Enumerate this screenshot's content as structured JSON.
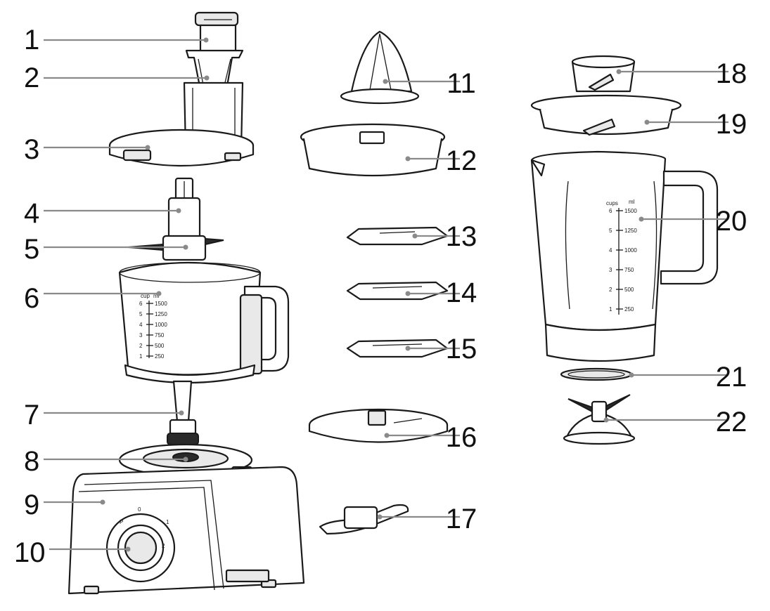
{
  "callouts": [
    {
      "id": "1",
      "label": "1"
    },
    {
      "id": "2",
      "label": "2"
    },
    {
      "id": "3",
      "label": "3"
    },
    {
      "id": "4",
      "label": "4"
    },
    {
      "id": "5",
      "label": "5"
    },
    {
      "id": "6",
      "label": "6"
    },
    {
      "id": "7",
      "label": "7"
    },
    {
      "id": "8",
      "label": "8"
    },
    {
      "id": "9",
      "label": "9"
    },
    {
      "id": "10",
      "label": "10"
    },
    {
      "id": "11",
      "label": "11"
    },
    {
      "id": "12",
      "label": "12"
    },
    {
      "id": "13",
      "label": "13"
    },
    {
      "id": "14",
      "label": "14"
    },
    {
      "id": "15",
      "label": "15"
    },
    {
      "id": "16",
      "label": "16"
    },
    {
      "id": "17",
      "label": "17"
    },
    {
      "id": "18",
      "label": "18"
    },
    {
      "id": "19",
      "label": "19"
    },
    {
      "id": "20",
      "label": "20"
    },
    {
      "id": "21",
      "label": "21"
    },
    {
      "id": "22",
      "label": "22"
    }
  ],
  "bowl_scale": {
    "header_left": "cup",
    "header_right": "ml",
    "cups": [
      "6",
      "5",
      "4",
      "3",
      "2",
      "1"
    ],
    "ml": [
      "1500",
      "1250",
      "1000",
      "750",
      "500",
      "250"
    ]
  },
  "jug_scale": {
    "header_left": "cups",
    "header_right": "ml",
    "cups": [
      "6",
      "5",
      "4",
      "3",
      "2",
      "1"
    ],
    "ml": [
      "1500",
      "1250",
      "1000",
      "750",
      "500",
      "250"
    ]
  },
  "dial_labels": [
    "0",
    "1",
    "2",
    "P"
  ]
}
